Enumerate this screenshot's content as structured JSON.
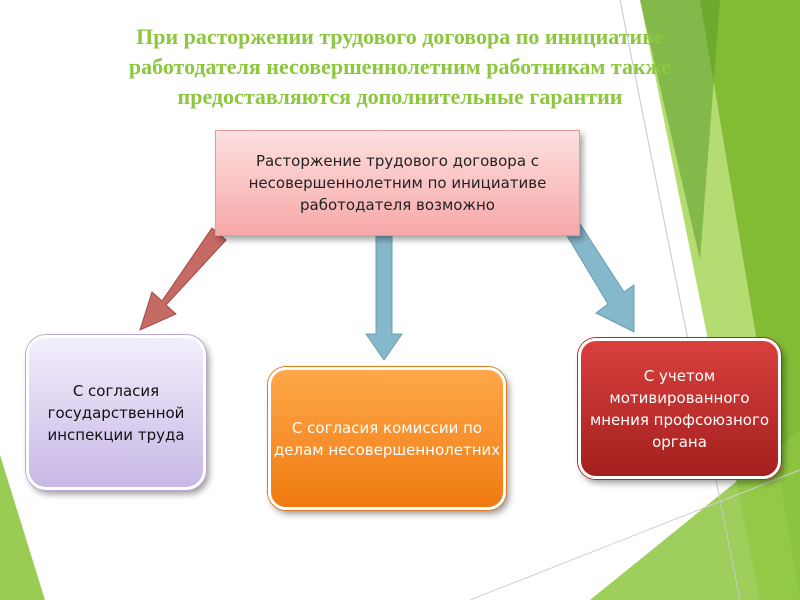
{
  "title": {
    "line1": "При расторжении трудового договора по инициативе",
    "line2": "работодателя несовершеннолетним работникам также",
    "line3": "предоставляются дополнительные гарантии"
  },
  "diagram": {
    "root": {
      "text": "Расторжение трудового договора с несовершеннолетним по инициативе работодателя возможно"
    },
    "branches": [
      {
        "text": "С согласия государственной инспекции  труда"
      },
      {
        "text": "С согласия комиссии по делам несовершеннолетних"
      },
      {
        "text": "С учетом мотивированного мнения профсоюзного органа"
      }
    ]
  },
  "colors": {
    "title": "#8dc63f",
    "root_fill": "#f7a8a8",
    "left_fill": "#c7b8e6",
    "mid_fill": "#f07a10",
    "right_fill": "#a3201e",
    "arrow_red": "#c0504d",
    "arrow_blue": "#7fb2c8",
    "decor_green": "#8dc63f"
  }
}
